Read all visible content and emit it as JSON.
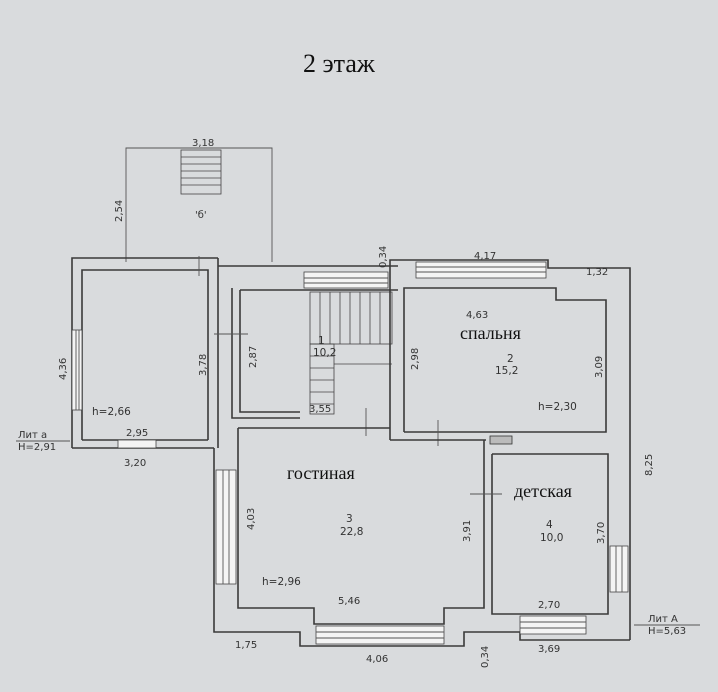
{
  "title": "2 этаж",
  "rooms": {
    "bedroom": {
      "name": "спальня",
      "number": "2",
      "area": "15,2",
      "height": "h=2,30",
      "width_top": "4,63",
      "side_left": "2,98",
      "side_right": "3,09"
    },
    "living": {
      "name": "гостиная",
      "number": "3",
      "area": "22,8",
      "height": "h=2,96",
      "side_left": "4,03",
      "side_right": "3,91",
      "bottom": "5,46"
    },
    "kids": {
      "name": "детская",
      "number": "4",
      "area": "10,0",
      "side_right": "3,70",
      "bottom": "2,70"
    },
    "hall": {
      "number": "1",
      "area": "10,2",
      "side_left": "2,87",
      "stair_width": "3,55"
    },
    "left_room": {
      "height": "h=2,66",
      "side_left": "4,36",
      "side_right": "3,78",
      "bottom_inner": "2,95",
      "bottom_outer": "3,20"
    },
    "balcony": {
      "label": "'б'",
      "top": "3,18",
      "side": "2,54"
    }
  },
  "dims": {
    "d034_top": "0,34",
    "d417": "4,17",
    "d132": "1,32",
    "d825": "8,25",
    "d175": "1,75",
    "d406": "4,06",
    "d034_bottom": "0,34",
    "d369": "3,69"
  },
  "lit_a_left": {
    "label": "Лит а",
    "height": "Н=2,91"
  },
  "lit_a_right": {
    "label": "Лит А",
    "height": "Н=5,63"
  }
}
